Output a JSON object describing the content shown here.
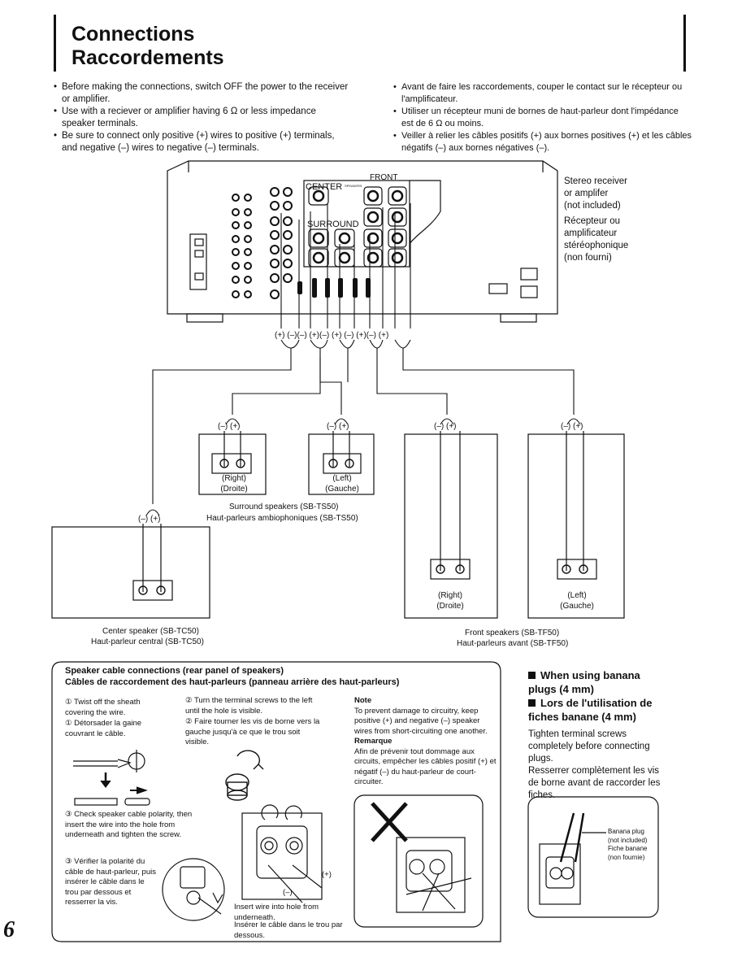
{
  "header": {
    "title_en": "Connections",
    "title_fr": "Raccordements"
  },
  "intro": {
    "en": [
      "Before making the connections, switch OFF the power to the receiver or amplifier.",
      "Use with a reciever or amplifier having 6 Ω or less impedance speaker terminals.",
      "Be sure to connect only positive (+) wires to positive (+) terminals, and negative (–) wires to negative (–) terminals."
    ],
    "fr": [
      "Avant de faire les raccordements, couper le contact sur le récepteur ou l'amplificateur.",
      "Utiliser un récepteur muni de bornes de haut-parleur dont l'impédance est de 6 Ω ou moins.",
      "Veiller à relier les câbles positifs (+) aux bornes positives (+) et les câbles négatifs (–) aux bornes négatives (–)."
    ]
  },
  "receiver": {
    "label_en": [
      "Stereo receiver",
      "or amplifer",
      "(not included)"
    ],
    "label_fr": [
      "Récepteur ou",
      "amplificateur",
      "stéréophonique",
      "(non fourni)"
    ],
    "front_label": "FRONT",
    "center_label": "CENTER",
    "surround_label": "SURROUND",
    "speakers_tiny": "SPEAKERS",
    "polarity_row": "(+) (–)(–) (+)(–) (+) (–) (+)(–) (+)"
  },
  "speakers": {
    "polarity": "(–) (+)",
    "surround_right": [
      "(Right)",
      "(Droite)"
    ],
    "surround_left": [
      "(Left)",
      "(Gauche)"
    ],
    "surround_caption": [
      "Surround speakers (SB-TS50)",
      "Haut-parleurs ambiophoniques (SB-TS50)"
    ],
    "front_right": [
      "(Right)",
      "(Droite)"
    ],
    "front_left": [
      "(Left)",
      "(Gauche)"
    ],
    "front_caption": [
      "Front speakers (SB-TF50)",
      "Haut-parleurs avant (SB-TF50)"
    ],
    "center_caption": [
      "Center speaker (SB-TC50)",
      "Haut-parleur central (SB-TC50)"
    ]
  },
  "cable_section": {
    "heading_en": "Speaker cable connections (rear panel of speakers)",
    "heading_fr": "Câbles de raccordement des haut-parleurs (panneau arrière des haut-parleurs)",
    "step1_en": "① Twist off the sheath covering the wire.",
    "step1_fr": "① Détorsader la gaine couvrant le câble.",
    "step2_en": "② Turn the terminal screws to the left until the hole is visible.",
    "step2_fr": "② Faire tourner les vis de borne vers la gauche jusqu'à ce que le trou soit visible.",
    "step3_en": "③ Check speaker cable polarity, then insert the wire into the hole from underneath and tighten the screw.",
    "step3_fr": "③ Vérifier la polarité du câble de haut-parleur, puis insérer le câble dans le trou par dessous et resserrer la vis.",
    "note_title": "Note",
    "note_text": "To prevent damage to circuitry, keep positive (+) and negative (–) speaker wires from short-circuiting one another.",
    "remarque_title": "Remarque",
    "remarque_text": "Afin de prévenir tout dommage aux circuits, empêcher les câbles positif (+) et négatif (–) du haut-parleur de court-circuiter.",
    "insert_en": "Insert wire into hole from underneath.",
    "insert_fr": "Insérer le câble dans le trou par dessous.",
    "plus": "(+)",
    "minus": "(–)"
  },
  "banana": {
    "title_en": "When using banana plugs (4 mm)",
    "title_fr": "Lors de l'utilisation de fiches banane (4 mm)",
    "text_en": "Tighten terminal screws completely before connecting plugs.",
    "text_fr": "Resserrer complètement les vis de borne avant de raccorder les fiches.",
    "plug_en": "Banana plug",
    "plug_en2": "(not included)",
    "plug_fr": "Fiche banane",
    "plug_fr2": "(non fournie)"
  },
  "page_number": "6"
}
